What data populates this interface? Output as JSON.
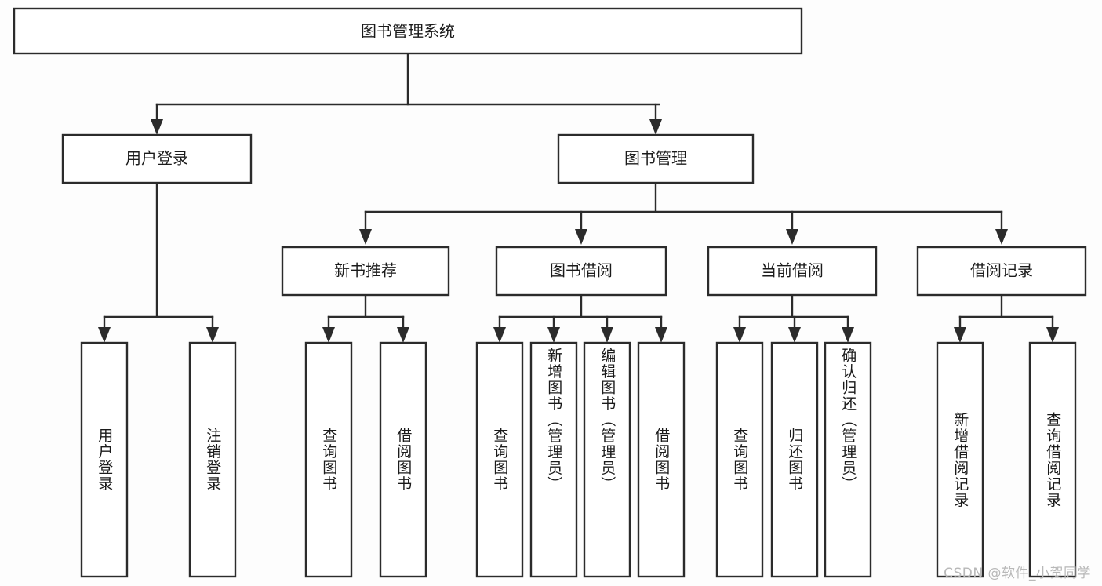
{
  "diagram": {
    "title": "图书管理系统",
    "type": "tree-hierarchy-chart",
    "root": {
      "label": "图书管理系统"
    },
    "level2": [
      {
        "label": "用户登录"
      },
      {
        "label": "图书管理"
      }
    ],
    "level3": [
      {
        "label": "新书推荐"
      },
      {
        "label": "图书借阅"
      },
      {
        "label": "当前借阅"
      },
      {
        "label": "借阅记录"
      }
    ],
    "leaves": {
      "user_login": [
        {
          "label": "用户登录"
        },
        {
          "label": "注销登录"
        }
      ],
      "new_book_recommend": [
        {
          "label": "查询图书"
        },
        {
          "label": "借阅图书"
        }
      ],
      "book_borrow": [
        {
          "label": "查询图书"
        },
        {
          "label": "新增图书（管理员）"
        },
        {
          "label": "编辑图书（管理员）"
        },
        {
          "label": "借阅图书"
        }
      ],
      "current_borrow": [
        {
          "label": "查询图书"
        },
        {
          "label": "归还图书"
        },
        {
          "label": "确认归还（管理员）"
        }
      ],
      "borrow_records": [
        {
          "label": "新增借阅记录"
        },
        {
          "label": "查询借阅记录"
        }
      ]
    },
    "watermark": "CSDN @软件_小贺同学",
    "colors": {
      "stroke": "#2b2b2b",
      "box_fill": "#ffffff",
      "background": "#fdfdfd",
      "text": "#1b1b1b",
      "watermark": "#b8b8b8"
    }
  }
}
